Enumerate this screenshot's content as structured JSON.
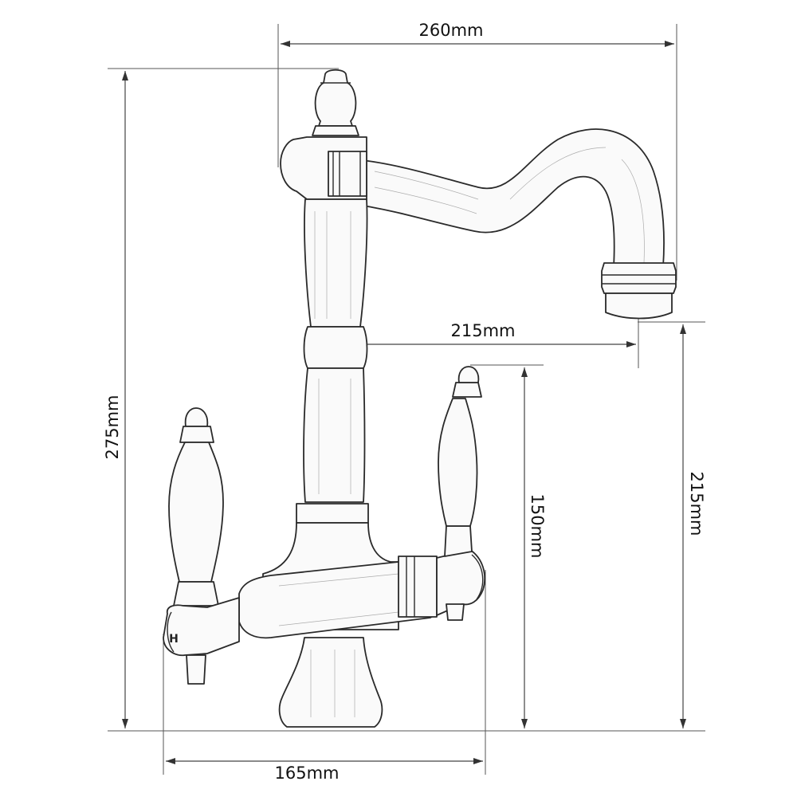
{
  "dimensions": {
    "spout_reach_total": "260mm",
    "total_height": "275mm",
    "spout_reach_from_body": "215mm",
    "spout_outlet_height": "215mm",
    "handle_height": "150mm",
    "handle_span": "165mm"
  },
  "handle_marks": {
    "hot": "H"
  }
}
